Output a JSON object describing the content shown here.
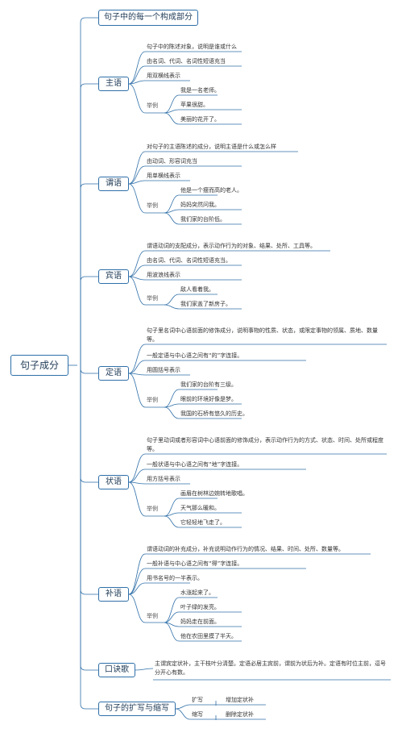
{
  "root": "句子成分",
  "top_title": "句子中的每一个构成部分",
  "example_label": "举例",
  "subject": {
    "name": "主语",
    "desc": "句子中的陈述对象，说明是谁或什么",
    "fill": "由名词、代词、名词性短语充当",
    "mark": "用双横线表示",
    "examples": [
      "我是一名老师。",
      "苹果很甜。",
      "美丽的花开了。"
    ]
  },
  "predicate": {
    "name": "谓语",
    "desc": "对句子的主语陈述的成分，说明主语是什么或怎么样",
    "fill": "由动词、形容词充当",
    "mark": "用单横线表示",
    "examples": [
      "他是一个瘦而高的老人。",
      "妈妈突然问我。",
      "我们家的台阶低。"
    ]
  },
  "object": {
    "name": "宾语",
    "desc": "谓语动词的支配成分，表示动作行为的对象、结果、处所、工具等。",
    "fill": "由名词、代词、名词性短语充当。",
    "mark": "用波浪线表示",
    "examples": [
      "敌人看着我。",
      "我们家盖了新房子。"
    ]
  },
  "attributive": {
    "name": "定语",
    "desc": "句子里名词中心语前面的修饰成分，说明事物的性质、状态，或限定事物的领属、质地、数量等。",
    "rule": "一般定语与中心语之间有“的”字连接。",
    "mark": "用圆括号表示",
    "examples": [
      "我们家的台阶有三级。",
      "眼前的环境好像是梦。",
      "我国的石桥有悠久的历史。"
    ]
  },
  "adverbial": {
    "name": "状语",
    "desc": "句子里动词或者形容词中心语前面的修饰成分，表示动作行为的方式、状态、时间、处所或程度等。",
    "rule": "一般状语与中心语之间有“地”字连接。",
    "mark": "用方括号表示",
    "examples": [
      "画眉在树林边婉转地歌唱。",
      "天气那么暖和。",
      "它轻轻地飞走了。"
    ]
  },
  "complement": {
    "name": "补语",
    "desc": "谓语动词的补充成分，补充说明动作行为的情况、结果、时间、处所、数量等。",
    "rule": "一般补语与中心语之间有“得”字连接。",
    "mark": "用书名号的一半表示。",
    "examples": [
      "水涨起来了。",
      "叶子绿的发亮。",
      "妈妈走在前面。",
      "他在农田里摸了半天。"
    ]
  },
  "mnemonic": {
    "name": "口诀歌",
    "text": "主谓宾定状补，主干枝叶分清楚。定语必居主宾前，谓前为状后为补。定语有时位主前，逗号分开心有数。"
  },
  "expansion": {
    "name": "句子的扩写与缩写",
    "items": [
      {
        "k": "扩写",
        "v": "增加定状补"
      },
      {
        "k": "缩写",
        "v": "删除定状补"
      }
    ]
  },
  "colors": {
    "line": "#2f6fa8",
    "box_text": "#1e3a56",
    "text": "#333333"
  }
}
